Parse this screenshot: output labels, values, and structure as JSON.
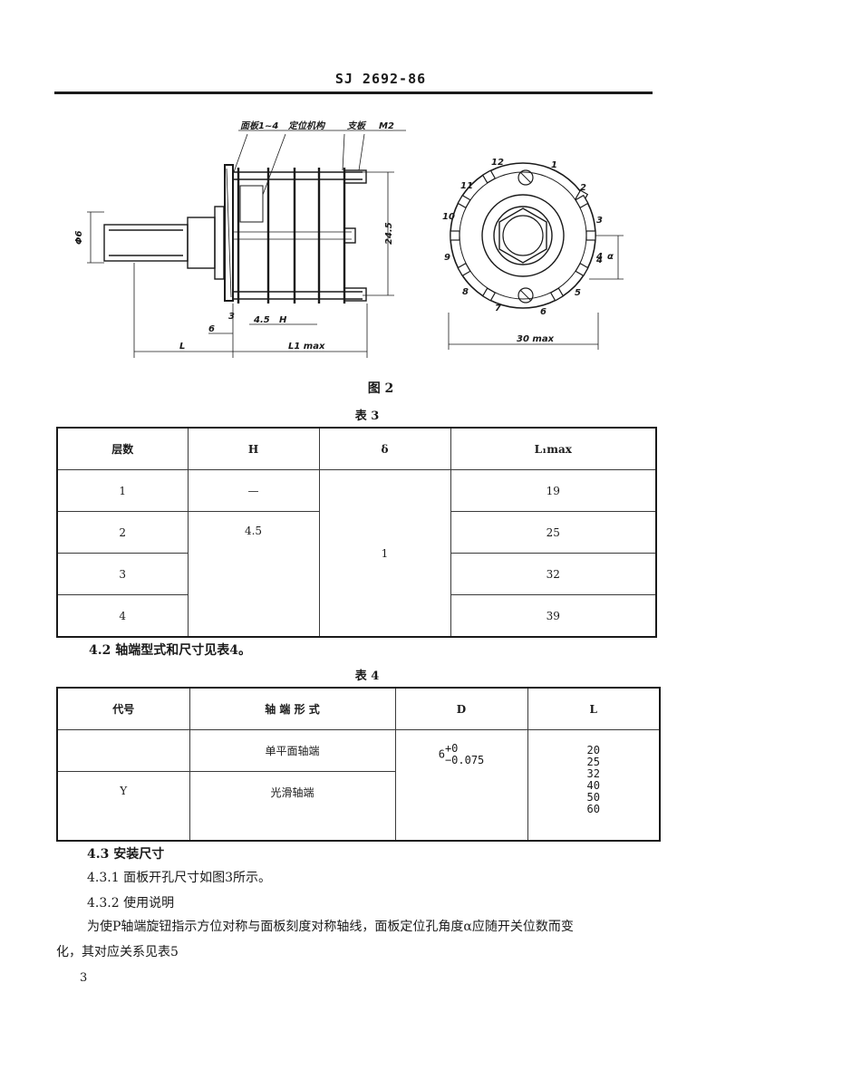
{
  "header": {
    "code": "SJ 2692-86"
  },
  "figure": {
    "caption": "图 2",
    "labels": {
      "panel": "面板1~4",
      "mechanism": "定位机构",
      "bracket": "支板",
      "screw": "M2",
      "dim_height": "24.5",
      "dim_shaft": "Φ6",
      "dim_h": "H",
      "dim_45": "4.5",
      "dim_6": "6",
      "dim_l": "L",
      "dim_l1": "L1 max",
      "dim_d": "3",
      "dim_4": "4",
      "dim_alpha": "α",
      "dim_30": "30 max"
    },
    "positions": [
      "1",
      "2",
      "3",
      "4",
      "5",
      "6",
      "7",
      "8",
      "9",
      "10",
      "11",
      "12"
    ]
  },
  "table3": {
    "caption": "表 3",
    "headers": [
      "层数",
      "H",
      "δ",
      "L₁max"
    ],
    "rows": [
      {
        "layers": "1",
        "h": "—",
        "l1": "19"
      },
      {
        "layers": "2",
        "h": "4.5",
        "l1": "25"
      },
      {
        "layers": "3",
        "h": "",
        "l1": "32"
      },
      {
        "layers": "4",
        "h": "",
        "l1": "39"
      }
    ],
    "delta_value": "1"
  },
  "para_42": "4.2 轴端型式和尺寸见表4。",
  "table4": {
    "caption": "表 4",
    "headers": [
      "代号",
      "轴 端 形 式",
      "D",
      "L"
    ],
    "rows": [
      {
        "code": "",
        "form": "单平面轴端"
      },
      {
        "code": "Y",
        "form": "光滑轴端"
      }
    ],
    "d_base": "6",
    "d_upper": "+0",
    "d_lower": "−0.075",
    "l_values": [
      "20",
      "25",
      "32",
      "40",
      "50",
      "60"
    ]
  },
  "section_43": "4.3 安装尺寸",
  "para_431": "4.3.1 面板开孔尺寸如图3所示。",
  "section_432": "4.3.2 使用说明",
  "para_432_line1": "为使P轴端旋钮指示方位对称与面板刻度对称轴线，面板定位孔角度α应随开关位数而变",
  "para_432_line2": "化，其对应关系见表5",
  "page_number": "3"
}
